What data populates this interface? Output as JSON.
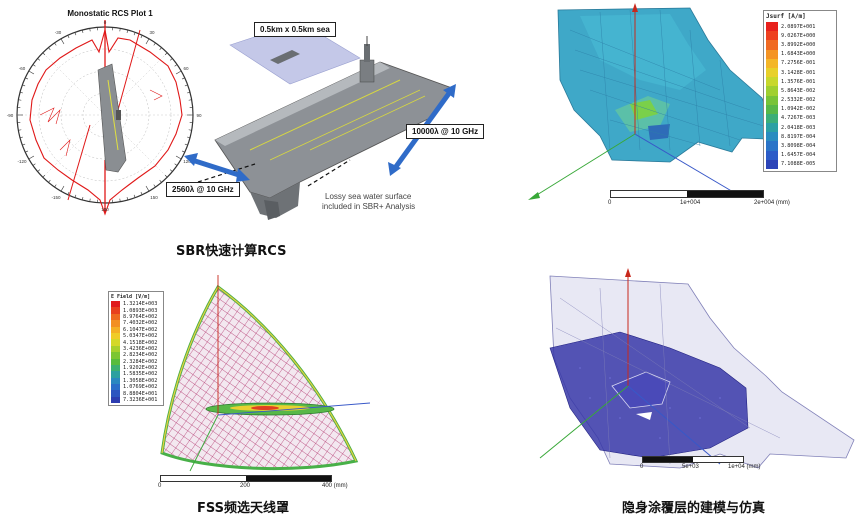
{
  "panels": {
    "sbr": {
      "caption": "SBR快速计算RCS",
      "plot_title": "Monostatic RCS Plot 1",
      "sea_label": "0.5km x 0.5km sea",
      "width_label": "2560λ @ 10 GHz",
      "length_label": "10000λ @ 10 GHz",
      "note_line1": "Lossy sea water surface",
      "note_line2": "included in SBR+ Analysis",
      "tick_labels": [
        "0",
        "30",
        "60",
        "90",
        "120",
        "150",
        "180",
        "-150",
        "-120",
        "-90",
        "-60",
        "-30"
      ]
    },
    "jsurf": {
      "legend_title": "Jsurf [A/m]",
      "legend_values": [
        "2.0897E+001",
        "9.0267E+000",
        "3.8992E+000",
        "1.6843E+000",
        "7.2756E-001",
        "3.1428E-001",
        "1.3576E-001",
        "5.8643E-002",
        "2.5332E-002",
        "1.0942E-002",
        "4.7267E-003",
        "2.0418E-003",
        "8.8197E-004",
        "3.8098E-004",
        "1.6457E-004",
        "7.1088E-005"
      ],
      "legend_colors": [
        "#e8201c",
        "#ee4020",
        "#f06a22",
        "#f49424",
        "#f4b628",
        "#e8d02a",
        "#c8d82c",
        "#a0d030",
        "#78c438",
        "#58b848",
        "#3cae78",
        "#2ca0a4",
        "#2a8cc0",
        "#2a74c8",
        "#2c5cc8",
        "#2c44b8"
      ],
      "scale_labels": [
        "0",
        "1e+004",
        "2e+004 (mm)"
      ]
    },
    "fss": {
      "caption": "FSS频选天线罩",
      "legend_title": "E Field [V/m]",
      "legend_values": [
        "1.3214E+003",
        "1.0893E+003",
        "8.9764E+002",
        "7.4032E+002",
        "6.1047E+002",
        "5.0347E+002",
        "4.1518E+002",
        "3.4236E+002",
        "2.8234E+002",
        "2.3284E+002",
        "1.9202E+002",
        "1.5835E+002",
        "1.3058E+002",
        "1.0769E+002",
        "8.8804E+001",
        "7.3236E+001"
      ],
      "legend_colors": [
        "#e01c1c",
        "#e8401e",
        "#ee6a20",
        "#f29022",
        "#f4b024",
        "#f0cc26",
        "#d4d828",
        "#a8d02c",
        "#7cc632",
        "#58bc3c",
        "#3cb070",
        "#2ca0a0",
        "#2a88c0",
        "#2a6ec8",
        "#2c54c0",
        "#2c3cb0"
      ],
      "scale_labels": [
        "0",
        "200",
        "400 (mm)"
      ]
    },
    "coating": {
      "caption": "隐身涂覆层的建模与仿真",
      "scale_labels": [
        "0",
        "5e+03",
        "1e+04 (mm)"
      ]
    }
  }
}
